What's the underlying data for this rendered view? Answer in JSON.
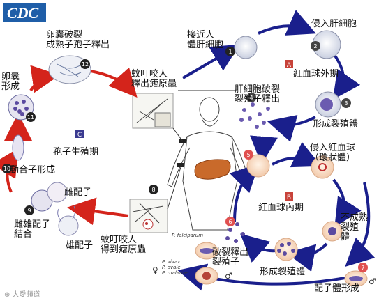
{
  "logo": {
    "text": "CDC"
  },
  "labels": {
    "egg_rupture": "卵囊破裂\n成熟子孢子釋出",
    "oocyst": "卵囊\n形成",
    "mosquito_bite_release": "蚊叮咬人\n釋出瘧原蟲",
    "approach_liver": "接近人\n體肝細胞",
    "invade_liver": "侵入肝細胞",
    "exo_erythrocytic": "紅血球外期",
    "liver_rupture": "肝細胞破裂\n裂殖子釋出",
    "form_schizont_top": "形成裂殖體",
    "sporogonic": "孢子生殖期",
    "ookinete": "動合子形成",
    "female_gamete": "雌配子",
    "gamete_union": "雌雄配子\n結合",
    "male_gamete": "雄配子",
    "mosquito_bite_take": "蚊叮咬人\n得到瘧原蟲",
    "invade_rbc": "侵入紅血球\n（環狀體）",
    "erythrocytic": "紅血球內期",
    "immature_schizont": "不成熟\n裂殖\n體",
    "merozoite_release": "破裂釋出\n裂殖子",
    "form_schizont_bottom": "形成裂殖體",
    "gametocyte_form": "配子體形成"
  },
  "stage_letters": {
    "A": "A",
    "B": "B",
    "C": "C"
  },
  "step_numbers": [
    "1",
    "2",
    "3",
    "4",
    "5",
    "6",
    "7",
    "8",
    "9",
    "10",
    "11",
    "12"
  ],
  "species": {
    "falciparum": "P. falciparum",
    "vivax": "P. vivax",
    "ovale": "P. ovale",
    "malariae": "P. malariae"
  },
  "symbols": {
    "female": "♀",
    "male": "♂"
  },
  "watermark": "⊕ 大愛頻道",
  "colors": {
    "arrow_blue": "#1a1f8c",
    "arrow_red": "#d4241b",
    "cell_purple": "#5b4aa0",
    "rbc": "#f7d9c4",
    "stage_badge": "#c8433a",
    "logo_bg": "#1f5ea8"
  }
}
